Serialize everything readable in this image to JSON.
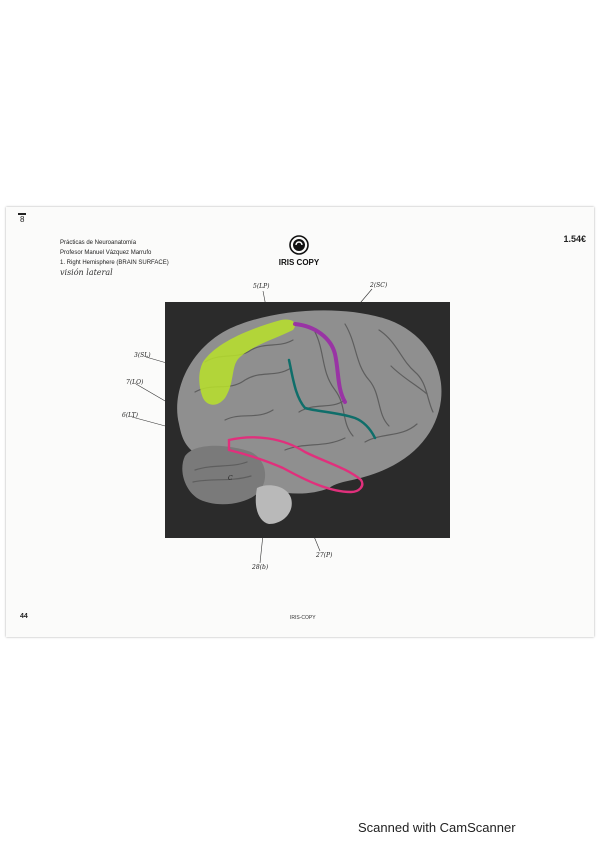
{
  "header": {
    "corner_mark": "8",
    "price": "1.54€",
    "course": "Prácticas de Neuroanatomía",
    "professor": "Profesor Manuel Vázquez Marrufo",
    "figure_title": "1. Right Hemisphere (BRAIN SURFACE)",
    "handwritten_view": "visión lateral"
  },
  "logo": {
    "text": "IRIS COPY"
  },
  "annotations": {
    "a1": "5(LP)",
    "a2": "2(SC)",
    "a3": "3(SL)",
    "a4": "7(LO)",
    "a5": "6(LT)",
    "a6": "C",
    "a7": "28(b)",
    "a8": "27(P)"
  },
  "footer": {
    "page_number": "44",
    "brand": "IRIS-COPY"
  },
  "scanner_watermark": "Scanned with CamScanner",
  "colors": {
    "green_region": "#b8e22a",
    "purple_sulcus": "#9a2aa6",
    "teal_sulcus": "#0f6e6a",
    "pink_outline": "#e0307c",
    "photo_background": "#2b2b2b"
  }
}
